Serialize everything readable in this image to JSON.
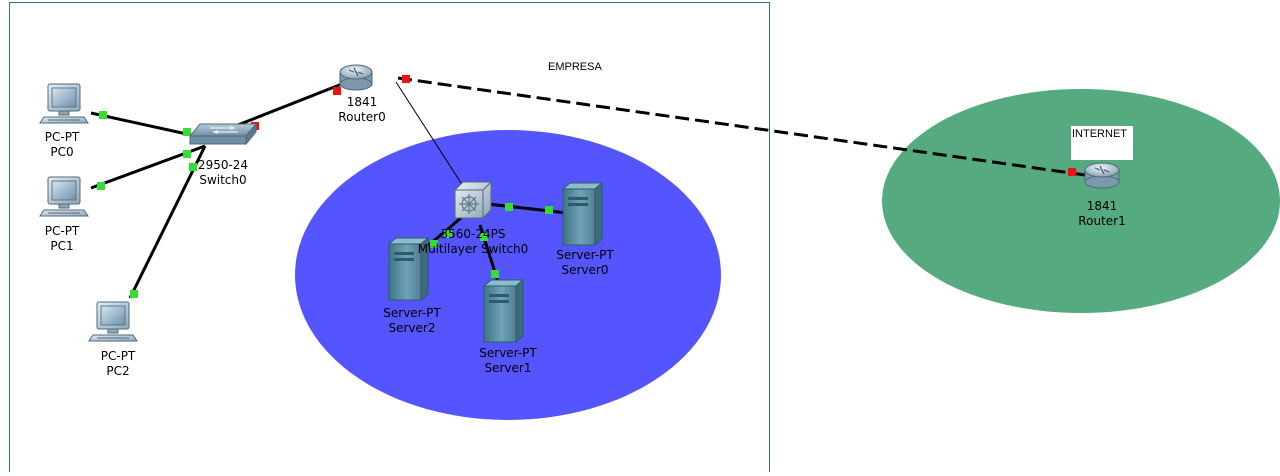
{
  "areas": {
    "empresa": "EMPRESA",
    "internet": "INTERNET"
  },
  "colors": {
    "frame": "#2f6fa8",
    "server_zone": "#5555ff",
    "internet_zone": "#55aa80",
    "link_up": "#33dd33",
    "link_down": "#ee1111"
  },
  "devices": {
    "pc0": {
      "model": "PC-PT",
      "name": "PC0",
      "icon": "desktop-pc-icon"
    },
    "pc1": {
      "model": "PC-PT",
      "name": "PC1",
      "icon": "desktop-pc-icon"
    },
    "pc2": {
      "model": "PC-PT",
      "name": "PC2",
      "icon": "desktop-pc-icon"
    },
    "switch0": {
      "model": "2950-24",
      "name": "Switch0",
      "icon": "switch-icon"
    },
    "router0": {
      "model": "1841",
      "name": "Router0",
      "icon": "router-icon"
    },
    "mlswitch0": {
      "model": "3560-24PS",
      "name": "Multilayer Switch0",
      "icon": "multilayer-switch-icon"
    },
    "server0": {
      "model": "Server-PT",
      "name": "Server0",
      "icon": "server-icon"
    },
    "server1": {
      "model": "Server-PT",
      "name": "Server1",
      "icon": "server-icon"
    },
    "server2": {
      "model": "Server-PT",
      "name": "Server2",
      "icon": "server-icon"
    },
    "router1": {
      "model": "1841",
      "name": "Router1",
      "icon": "router-icon"
    }
  },
  "links": [
    {
      "from": "pc0",
      "to": "switch0",
      "cable": "copper straight-through",
      "status": [
        "up",
        "up"
      ]
    },
    {
      "from": "pc1",
      "to": "switch0",
      "cable": "copper straight-through",
      "status": [
        "up",
        "up"
      ]
    },
    {
      "from": "pc2",
      "to": "switch0",
      "cable": "copper straight-through",
      "status": [
        "up",
        "up"
      ]
    },
    {
      "from": "switch0",
      "to": "router0",
      "cable": "copper straight-through",
      "status": [
        "down",
        "down"
      ]
    },
    {
      "from": "router0",
      "to": "mlswitch0",
      "cable": "thin",
      "status": []
    },
    {
      "from": "router0",
      "to": "router1",
      "cable": "serial",
      "status": [
        "down",
        "down"
      ]
    },
    {
      "from": "mlswitch0",
      "to": "server0",
      "cable": "copper straight-through",
      "status": [
        "up",
        "up"
      ]
    },
    {
      "from": "mlswitch0",
      "to": "server1",
      "cable": "copper straight-through",
      "status": [
        "up",
        "up"
      ]
    },
    {
      "from": "mlswitch0",
      "to": "server2",
      "cable": "copper straight-through",
      "status": [
        "up",
        "up"
      ]
    }
  ]
}
